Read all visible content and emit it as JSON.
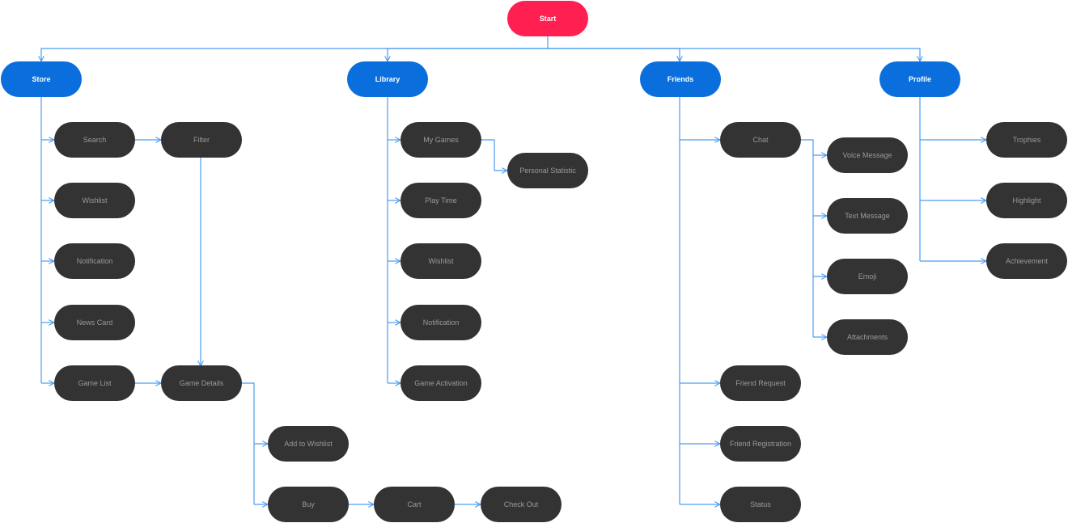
{
  "colors": {
    "root": "#ff1f51",
    "category": "#0a6fdc",
    "item": "#333333",
    "item_text": "#9a9a9a",
    "connector": "#4a9cf0"
  },
  "start": "Start",
  "store": {
    "label": "Store",
    "search": "Search",
    "filter": "Filter",
    "wishlist": "Wishlist",
    "notification": "Notification",
    "news_card": "News Card",
    "game_list": "Game List",
    "game_details": "Game Details",
    "add_to_wishlist": "Add to Wishlist",
    "buy": "Buy",
    "cart": "Cart",
    "check_out": "Check Out"
  },
  "library": {
    "label": "Library",
    "my_games": "My Games",
    "personal_statistic": "Personal Statistic",
    "play_time": "Play Time",
    "wishlist": "Wishlist",
    "notification": "Notification",
    "game_activation": "Game Activation"
  },
  "friends": {
    "label": "Friends",
    "chat": "Chat",
    "voice_message": "Voice Message",
    "text_message": "Text Message",
    "emoji": "Emoji",
    "attachments": "Attachments",
    "friend_request": "Friend Request",
    "friend_registration": "Friend Registration",
    "status": "Status"
  },
  "profile": {
    "label": "Profile",
    "trophies": "Trophies",
    "highlight": "Highlight",
    "achievement": "Achievement"
  }
}
